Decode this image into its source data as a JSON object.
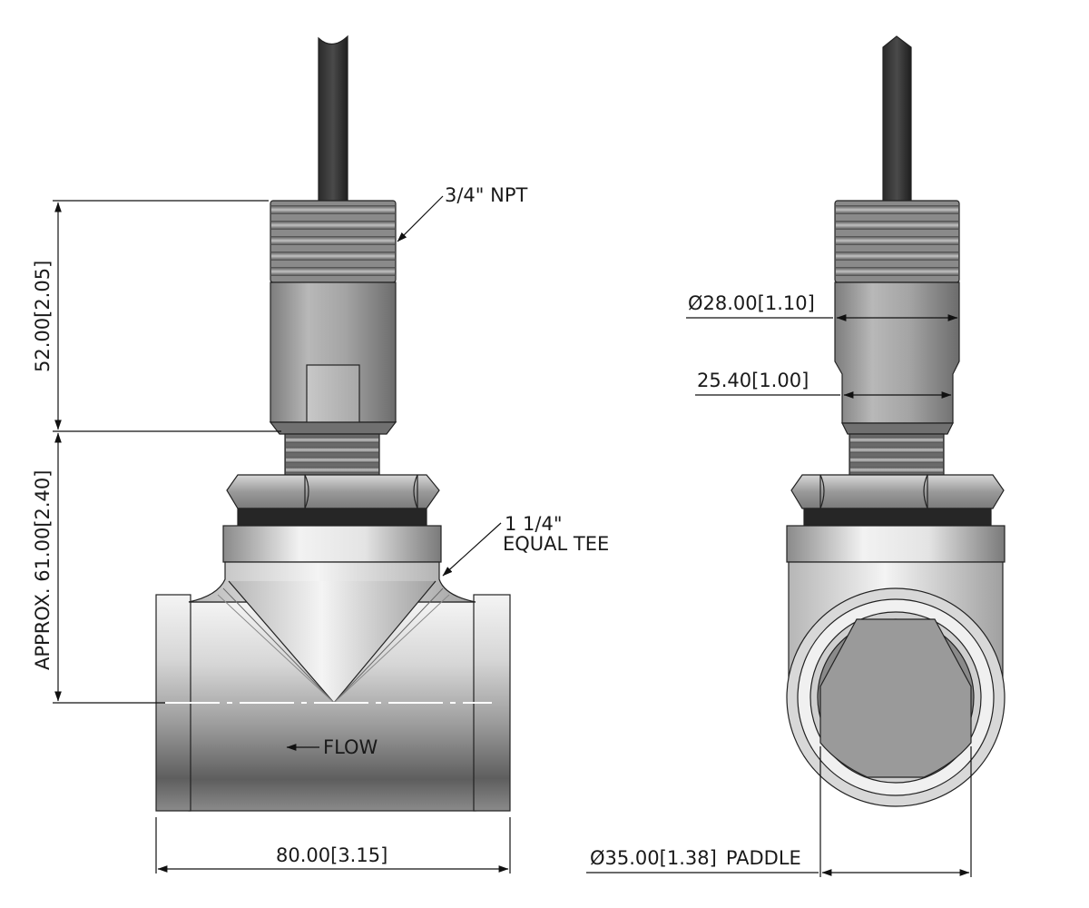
{
  "front_view": {
    "thread_callout": "3/4\" NPT",
    "tee_callout_line1": "1 1/4\"",
    "tee_callout_line2": "EQUAL TEE",
    "height_upper": "52.00",
    "height_upper_alt": "[2.05]",
    "height_lower": "APPROX. 61.00",
    "height_lower_alt": "[2.40]",
    "width": "80.00",
    "width_alt": "[3.15]",
    "flow_label": "FLOW"
  },
  "side_view": {
    "body_diameter_symbol": "Ø",
    "body_diameter": "28.00",
    "body_diameter_alt": "[1.10]",
    "neck_width": "25.40",
    "neck_width_alt": "[1.00]",
    "paddle_symbol": "Ø",
    "paddle_diameter": "35.00",
    "paddle_diameter_alt": "[1.38]",
    "paddle_label": "PADDLE"
  }
}
